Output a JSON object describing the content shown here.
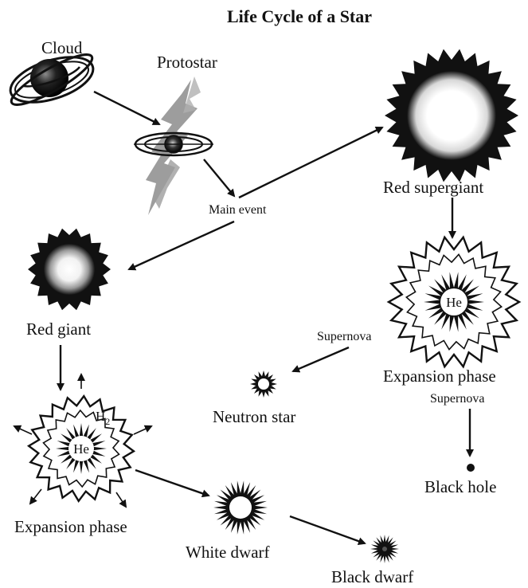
{
  "title": "Life Cycle of a Star",
  "stages": {
    "cloud": "Cloud",
    "protostar": "Protostar",
    "main_event": "Main event",
    "red_giant": "Red giant",
    "expansion_phase_left": "Expansion phase",
    "white_dwarf": "White dwarf",
    "black_dwarf": "Black dwarf",
    "red_supergiant": "Red supergiant",
    "expansion_phase_right": "Expansion phase",
    "supernova_left": "Supernova",
    "supernova_right": "Supernova",
    "neutron_star": "Neutron star",
    "black_hole": "Black hole"
  },
  "core_labels": {
    "helium_left": "He",
    "helium_right": "He",
    "hydrogen": "H",
    "hydrogen_subscript": "2"
  }
}
